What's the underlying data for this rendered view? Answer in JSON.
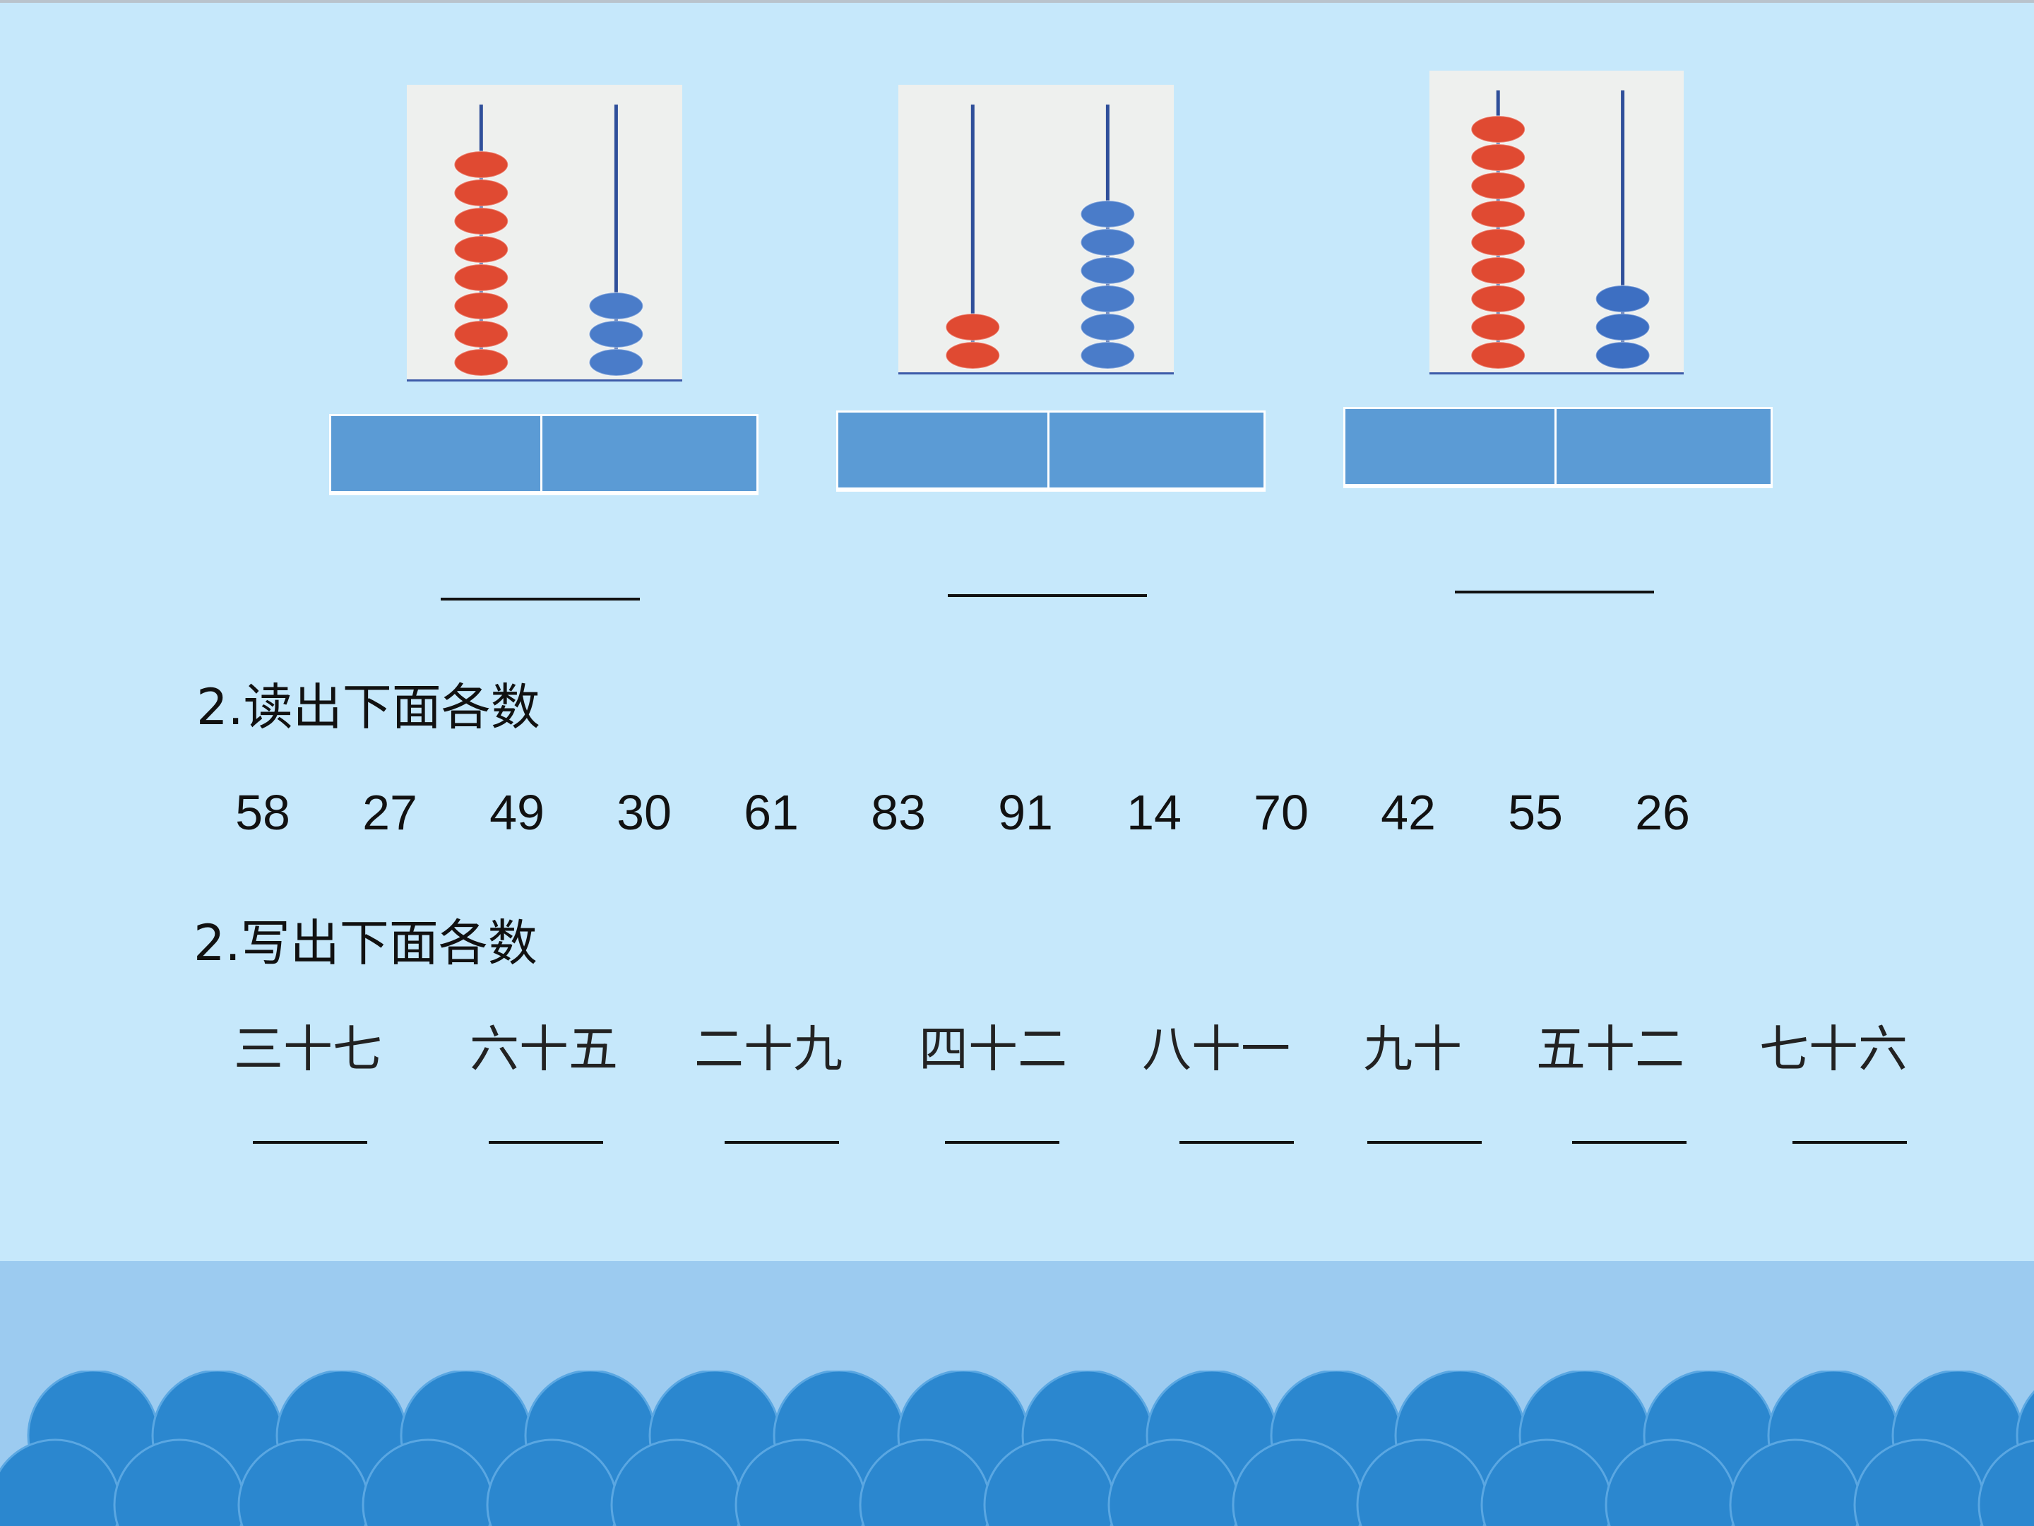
{
  "abacus_items": [
    {
      "tens_beads": 8,
      "ones_beads": 3,
      "tens_color": "#e04a32",
      "ones_color": "#4a7cc9"
    },
    {
      "tens_beads": 2,
      "ones_beads": 6,
      "tens_color": "#e04a32",
      "ones_color": "#4a7cc9"
    },
    {
      "tens_beads": 9,
      "ones_beads": 3,
      "tens_color": "#e04a32",
      "ones_color": "#3d6fc2"
    }
  ],
  "section_read": {
    "title": "2.读出下面各数",
    "numbers": [
      "58",
      "27",
      "49",
      "30",
      "61",
      "83",
      "91",
      "14",
      "70",
      "42",
      "55",
      "26"
    ]
  },
  "section_write": {
    "title": "2.写出下面各数",
    "words": [
      "三十七",
      "六十五",
      "二十九",
      "四十二",
      "八十一",
      "九十",
      "五十二",
      "七十六"
    ]
  },
  "colors": {
    "background": "#c6e8fb",
    "answer_box": "#5b9bd5",
    "footer_band": "#9ccbf0",
    "wave": "#2b87cf"
  }
}
